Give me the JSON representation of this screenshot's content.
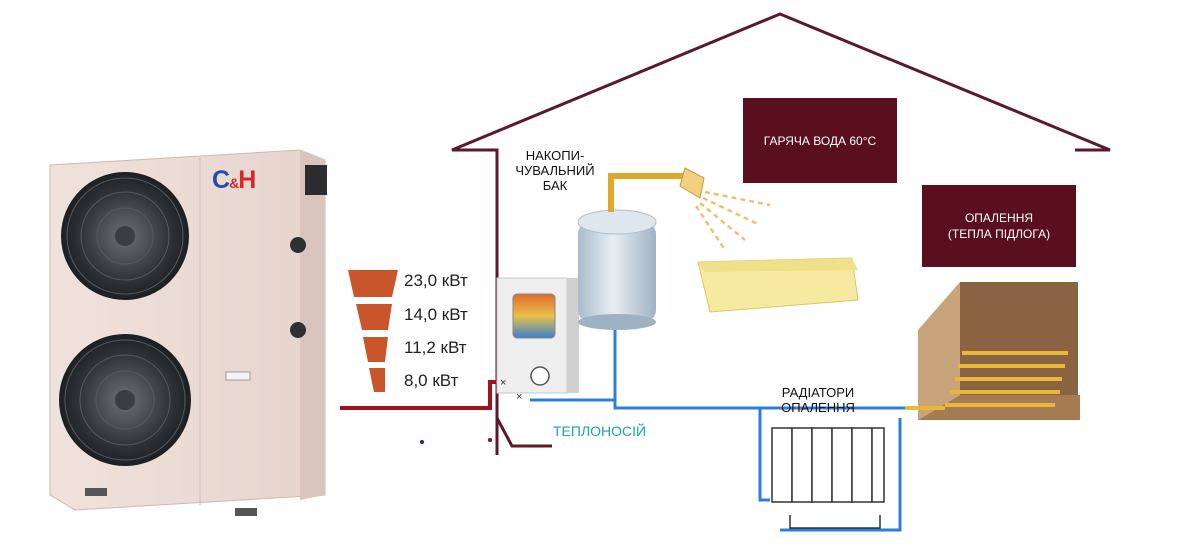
{
  "logo": {
    "text": "C&H",
    "colors": {
      "c": "#1f4ea8",
      "h": "#d42a2a"
    }
  },
  "power_levels": [
    "23,0 кВт",
    "14,0 кВт",
    "11,2 кВт",
    "8,0 кВт"
  ],
  "labels": {
    "storage_tank": [
      "НАКОПИ-",
      "ЧУВАЛЬНИЙ",
      "БАК"
    ],
    "hot_water": "ГАРЯЧА ВОДА 60°С",
    "heating": [
      "ОПАЛЕННЯ",
      "(ТЕПЛА ПІДЛОГА)"
    ],
    "radiators": [
      "РАДІАТОРИ",
      "ОПАЛЕННЯ"
    ],
    "heat_carrier": "ТЕПЛОНОСІЙ"
  },
  "colors": {
    "house_outline": "#5a1a2a",
    "box_fill": "#5a0f1e",
    "pipe_hot": "#a0101f",
    "pipe_cold": "#2b7fd8",
    "pipe_water": "#e0a82a",
    "power_wedge": "#c9562a",
    "fluid_label": "#1aa3b5"
  }
}
